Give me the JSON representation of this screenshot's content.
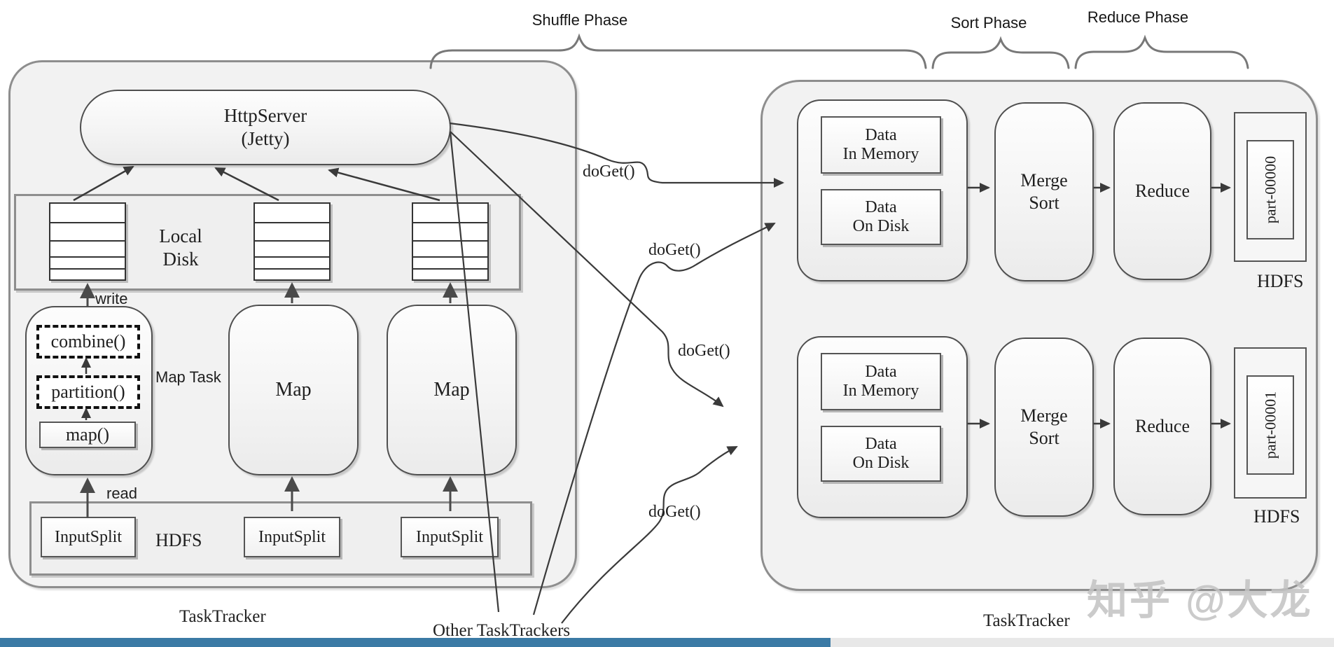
{
  "watermark": "知乎 @大龙",
  "colors": {
    "bottom_bar_blue": "#3b7aa5",
    "bottom_bar_gray": "#e8e8e8"
  },
  "phases": {
    "shuffle": "Shuffle Phase",
    "sort": "Sort Phase",
    "reduce": "Reduce Phase"
  },
  "connectors": {
    "doget_labels": [
      "doGet()",
      "doGet()",
      "doGet()",
      "doGet()"
    ],
    "other_trackers": "Other TaskTrackers"
  },
  "left_tracker": {
    "title": "TaskTracker",
    "http_server": {
      "line1": "HttpServer",
      "line2": "(Jetty)"
    },
    "local_disk": {
      "line1": "Local",
      "line2": "Disk"
    },
    "write": "write",
    "read": "read",
    "map_task": {
      "label": "Map Task",
      "combine": "combine()",
      "partition": "partition()",
      "map_fn": "map()"
    },
    "maps": [
      "Map",
      "Map"
    ],
    "hdfs": "HDFS",
    "input_splits": [
      "InputSplit",
      "InputSplit",
      "InputSplit"
    ]
  },
  "right_tracker": {
    "title": "TaskTracker",
    "rows": [
      {
        "mem_line1": "Data",
        "mem_line2": "In Memory",
        "disk_line1": "Data",
        "disk_line2": "On Disk",
        "merge_line1": "Merge",
        "merge_line2": "Sort",
        "reduce": "Reduce",
        "output_file": "part-00000",
        "hdfs": "HDFS"
      },
      {
        "mem_line1": "Data",
        "mem_line2": "In Memory",
        "disk_line1": "Data",
        "disk_line2": "On Disk",
        "merge_line1": "Merge",
        "merge_line2": "Sort",
        "reduce": "Reduce",
        "output_file": "part-00001",
        "hdfs": "HDFS"
      }
    ]
  }
}
